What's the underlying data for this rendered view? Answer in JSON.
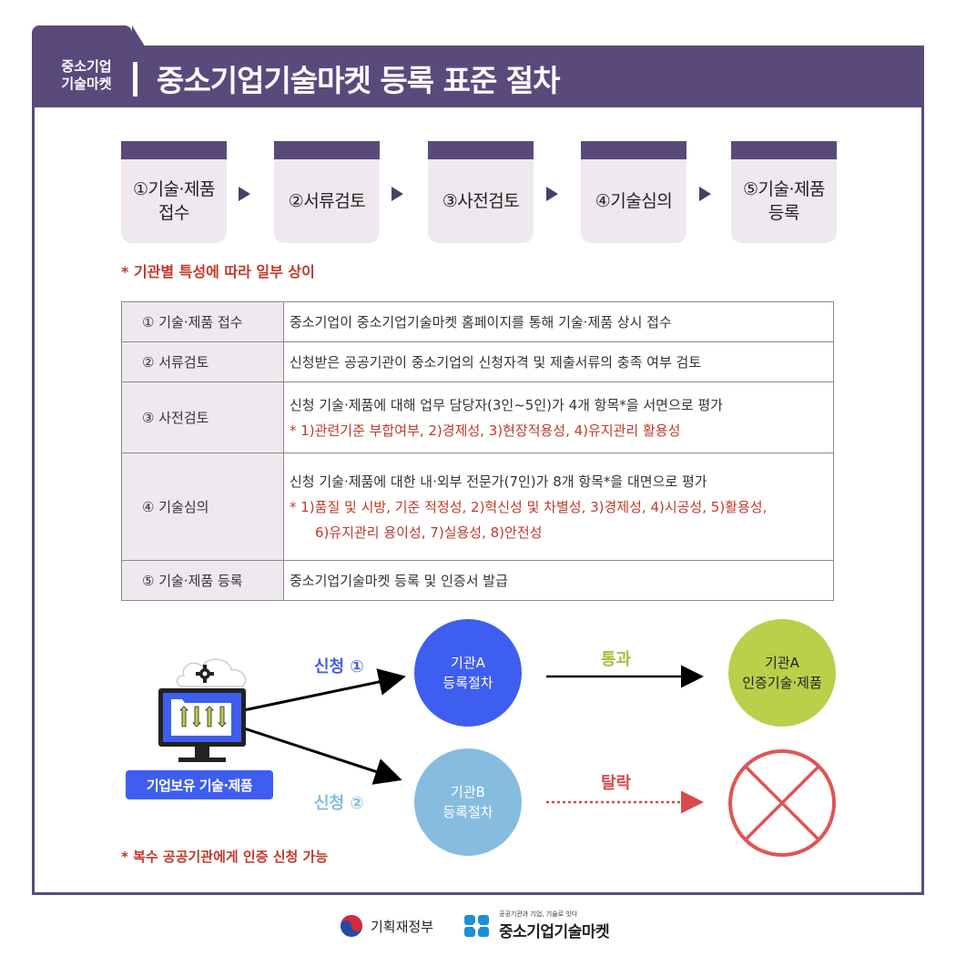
{
  "header": {
    "brand_line1": "중소기업",
    "brand_line2": "기술마켓",
    "title": "중소기업기술마켓 등록 표준 절차"
  },
  "steps": [
    {
      "label": "①기술·제품\n접수"
    },
    {
      "label": "②서류검토"
    },
    {
      "label": "③사전검토"
    },
    {
      "label": "④기술심의"
    },
    {
      "label": "⑤기술·제품\n등록"
    }
  ],
  "note_top": "* 기관별 특성에 따라 일부 상이",
  "table": [
    {
      "key": "① 기술·제품 접수",
      "desc": "중소기업이 중소기업기술마켓 홈페이지를 통해 기술·제품 상시 접수",
      "sub1": "",
      "sub2": ""
    },
    {
      "key": "② 서류검토",
      "desc": "신청받은 공공기관이 중소기업의 신청자격 및 제출서류의 충족 여부 검토",
      "sub1": "",
      "sub2": ""
    },
    {
      "key": "③ 사전검토",
      "desc": "신청 기술·제품에 대해 업무 담당자(3인~5인)가 4개 항목*을 서면으로 평가",
      "sub1": "* 1)관련기준 부합여부, 2)경제성, 3)현장적용성, 4)유지관리 활용성",
      "sub2": ""
    },
    {
      "key": "④ 기술심의",
      "desc": "신청 기술·제품에 대한 내·외부 전문가(7인)가 8개 항목*을 대면으로 평가",
      "sub1": "* 1)품질 및 시방, 기준 적정성, 2)혁신성 및 차별성, 3)경제성, 4)시공성, 5)활용성,",
      "sub2": "6)유지관리 용이성, 7)실용성, 8)안전성"
    },
    {
      "key": "⑤ 기술·제품 등록",
      "desc": "중소기업기술마켓 등록 및 인증서 발급",
      "sub1": "",
      "sub2": ""
    }
  ],
  "flow": {
    "company_label": "기업보유 기술·제품",
    "apply1": "신청 ①",
    "apply2": "신청 ②",
    "agency_a": "기관A\n등록절차",
    "agency_b": "기관B\n등록절차",
    "pass": "통과",
    "fail": "탈락",
    "result_a": "기관A\n인증기술·제품"
  },
  "note_bottom": "* 복수 공공기관에게 인증 신청 가능",
  "footer": {
    "ministry": "기획재정부",
    "market_tagline": "공공기관과 기업, 기술로 잇다",
    "market_name": "중소기업기술마켓"
  },
  "colors": {
    "header": "#5a4a7c",
    "agency_a": "#3e5ef0",
    "agency_b": "#86bcdf",
    "pass": "#b8d04a",
    "fail": "#d94a4a",
    "note": "#c0392b"
  }
}
